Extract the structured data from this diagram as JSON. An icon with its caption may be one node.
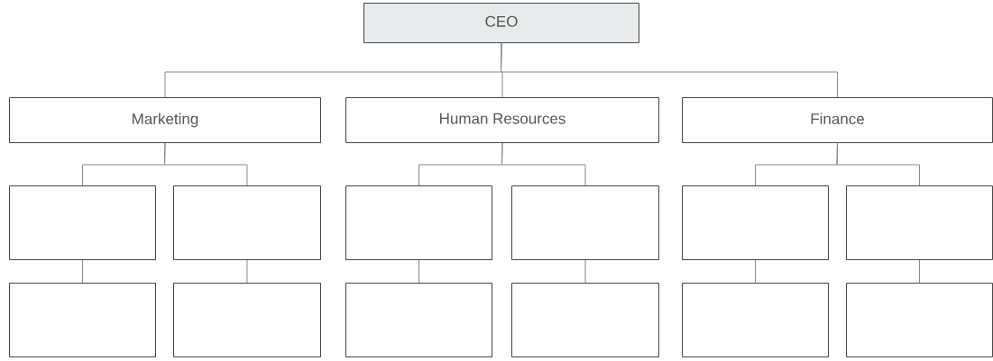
{
  "diagram": {
    "nodes": [
      {
        "text": [
          "CEO"
        ]
      },
      {
        "text": [
          "Marketing"
        ]
      },
      {
        "text": [
          "Human Resources"
        ]
      },
      {
        "text": [
          "Finance"
        ]
      },
      {
        "text": [],
        "shape": "box"
      },
      {
        "text": [],
        "shape": "box"
      },
      {
        "text": [],
        "shape": "box"
      },
      {
        "text": [],
        "shape": "box"
      },
      {
        "text": [],
        "shape": "box"
      },
      {
        "text": [],
        "shape": "box"
      },
      {
        "text": [],
        "shape": "box"
      },
      {
        "text": [],
        "shape": "box"
      },
      {
        "text": [],
        "shape": "box"
      },
      {
        "text": [],
        "shape": "box"
      },
      {
        "text": [],
        "shape": "box"
      },
      {
        "text": [],
        "shape": "box"
      }
    ],
    "edges": [
      {
        "from": 0,
        "to": 1,
        "arrow": "none"
      },
      {
        "from": 0,
        "to": 2,
        "arrow": "none"
      },
      {
        "from": 0,
        "to": 3,
        "arrow": "none"
      },
      {
        "from": 1,
        "to": 4,
        "arrow": "none"
      },
      {
        "from": 1,
        "to": 5,
        "arrow": "none"
      },
      {
        "from": 2,
        "to": 6,
        "arrow": "none"
      },
      {
        "from": 2,
        "to": 7,
        "arrow": "none"
      },
      {
        "from": 3,
        "to": 8,
        "arrow": "none"
      },
      {
        "from": 3,
        "to": 9,
        "arrow": "none"
      },
      {
        "from": 4,
        "to": 10,
        "arrow": "none"
      },
      {
        "from": 5,
        "to": 11,
        "arrow": "none"
      },
      {
        "from": 6,
        "to": 12,
        "arrow": "none"
      },
      {
        "from": 7,
        "to": 13,
        "arrow": "none"
      },
      {
        "from": 8,
        "to": 14,
        "arrow": "none"
      },
      {
        "from": 9,
        "to": 15,
        "arrow": "none"
      }
    ]
  }
}
